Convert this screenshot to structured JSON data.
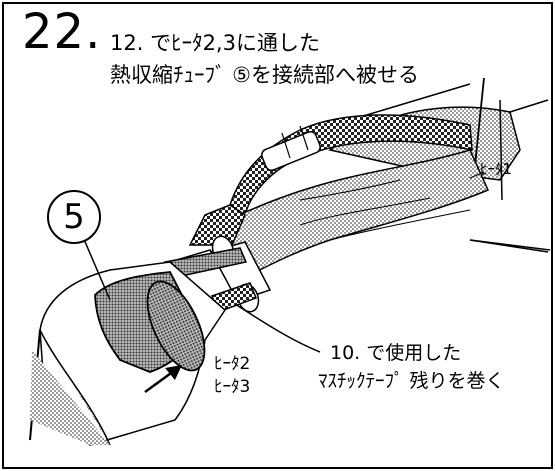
{
  "step": {
    "number": "22.",
    "instruction_line1": "12. でﾋｰﾀ2,3に通した",
    "instruction_line2": "熱収縮ﾁｭｰﾌﾞ ⑤を接続部へ被せる"
  },
  "labels": {
    "part_number": "5",
    "heater1": "ﾋｰﾀ1",
    "heater2": "ﾋｰﾀ2",
    "heater3": "ﾋｰﾀ3",
    "note_line1": "10. で使用した",
    "note_line2": "ﾏｽﾁｯｸﾃｰﾌﾟ 残りを巻く"
  },
  "colors": {
    "ink": "#000000",
    "paper": "#ffffff",
    "dot_fill": "#8c8c8c",
    "dark_band": "#3a3a3a"
  }
}
